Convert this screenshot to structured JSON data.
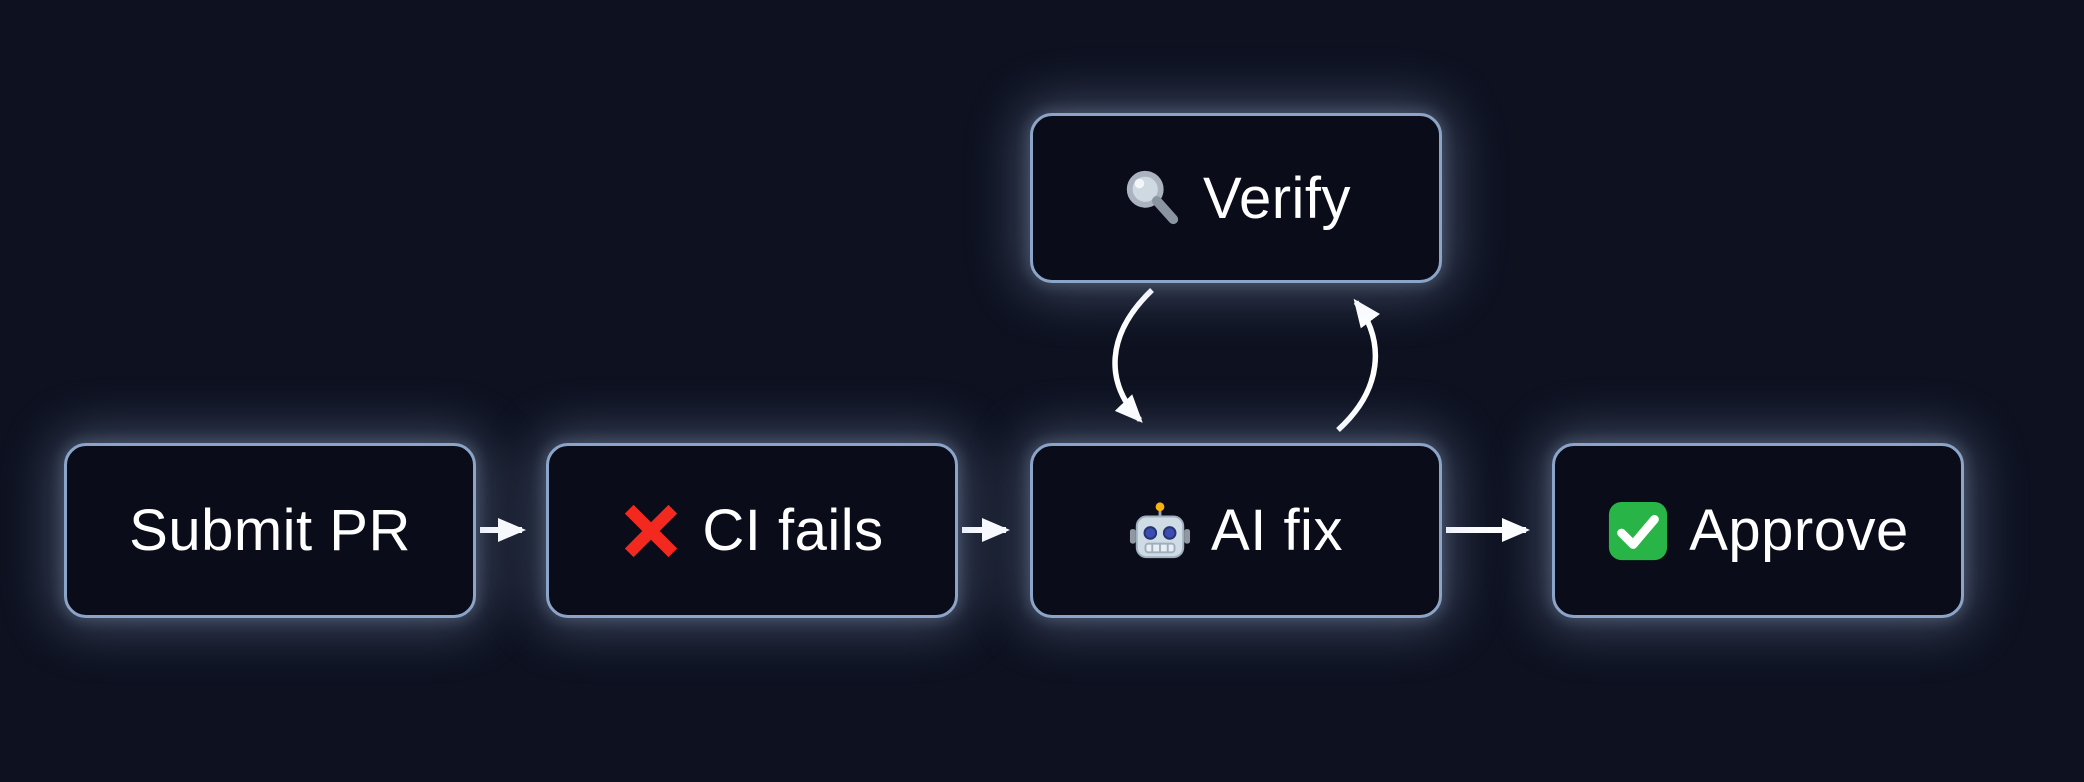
{
  "diagram": {
    "type": "flowchart",
    "colors": {
      "background": "#0d1120",
      "node_fill": "#0a0d19",
      "node_border": "#8ba4c7",
      "node_text": "#ffffff",
      "node_glow": "rgba(173,196,235,0.30)",
      "arrow": "#ffffff",
      "cross_red": "#f3281f",
      "check_green": "#28b446",
      "magnifier_gray": "#8b94a1",
      "robot_head": "#cfdce6"
    },
    "nodes": [
      {
        "id": "submit-pr",
        "label": "Submit PR",
        "icon": "none"
      },
      {
        "id": "ci-fails",
        "label": "CI fails",
        "icon": "red-cross-icon"
      },
      {
        "id": "ai-fix",
        "label": "AI fix",
        "icon": "robot-icon"
      },
      {
        "id": "approve",
        "label": "Approve",
        "icon": "check-mark-icon"
      },
      {
        "id": "verify",
        "label": "Verify",
        "icon": "magnifying-glass-icon"
      }
    ],
    "edges": [
      {
        "from": "submit-pr",
        "to": "ci-fails",
        "style": "straight"
      },
      {
        "from": "ci-fails",
        "to": "ai-fix",
        "style": "straight"
      },
      {
        "from": "ai-fix",
        "to": "approve",
        "style": "straight"
      },
      {
        "from": "verify",
        "to": "ai-fix",
        "style": "curved"
      },
      {
        "from": "ai-fix",
        "to": "verify",
        "style": "curved"
      }
    ]
  }
}
